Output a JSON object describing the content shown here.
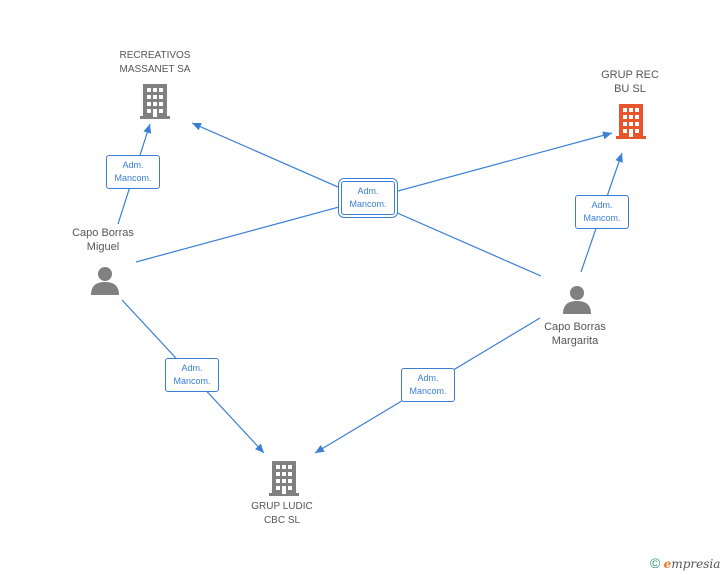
{
  "nodes": {
    "recreativos": {
      "label": "RECREATIVOS\nMASSANET SA",
      "type": "company"
    },
    "grup_rec": {
      "label": "GRUP REC\nBU  SL",
      "type": "company"
    },
    "grup_ludic": {
      "label": "GRUP LUDIC\nCBC  SL",
      "type": "company"
    },
    "miguel": {
      "label": "Capo Borras\nMiguel",
      "type": "person"
    },
    "margarita": {
      "label": "Capo Borras\nMargarita",
      "type": "person"
    }
  },
  "edge_labels": [
    {
      "line1": "Adm.",
      "line2": "Mancom."
    },
    {
      "line1": "Adm.",
      "line2": "Mancom."
    },
    {
      "line1": "Adm.",
      "line2": "Mancom."
    },
    {
      "line1": "Adm.",
      "line2": "Mancom."
    },
    {
      "line1": "Adm.",
      "line2": "Mancom."
    }
  ],
  "colors": {
    "edge": "#3a7fd5",
    "company_icon": "#808080",
    "company_icon_highlight": "#e8552a",
    "person_icon": "#808080"
  },
  "brand": {
    "copyright": "©",
    "name_first": "e",
    "name_rest": "mpresia"
  }
}
